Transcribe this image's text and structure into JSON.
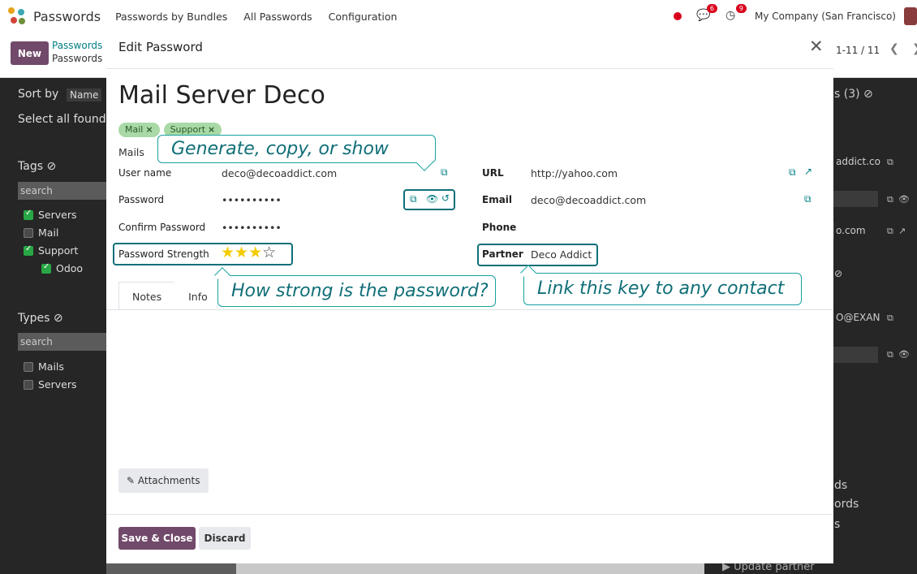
{
  "topbar": {
    "app_name": "Passwords",
    "menu": [
      "Passwords by Bundles",
      "All Passwords",
      "Configuration"
    ],
    "messages_count": "6",
    "activities_count": "9",
    "company": "My Company (San Francisco)"
  },
  "control": {
    "new_label": "New",
    "breadcrumb_1": "Passwords B",
    "breadcrumb_2": "Passwords",
    "pager": "1-11 / 11"
  },
  "sidebar": {
    "sort_label": "Sort by",
    "sort_value": "Name",
    "select_all": "Select all found",
    "tags_title": "Tags",
    "types_title": "Types",
    "search_placeholder": "search",
    "tags": [
      {
        "label": "Servers",
        "checked": true
      },
      {
        "label": "Mail",
        "checked": false
      },
      {
        "label": "Support",
        "checked": true
      },
      {
        "label": "Odoo",
        "checked": true
      }
    ],
    "types": [
      {
        "label": "Mails",
        "checked": false
      },
      {
        "label": "Servers",
        "checked": false
      }
    ]
  },
  "right_panel": {
    "header": "s (3)",
    "url_frag": "addict.co",
    "com_frag": "o.com",
    "exam_frag": "O@EXAN",
    "ds_frag": "ds",
    "ords_frag": "ords",
    "s_frag": "s"
  },
  "modal": {
    "title": "Edit Password",
    "name": "Mail Server Deco",
    "tags": [
      "Mail",
      "Support"
    ],
    "type_value": "Mails",
    "fields": {
      "user_label": "User name",
      "user_value": "deco@decoaddict.com",
      "password_label": "Password",
      "password_value": "••••••••••",
      "confirm_label": "Confirm Password",
      "confirm_value": "••••••••••",
      "strength_label": "Password Strength",
      "strength_stars": 3,
      "strength_max": 4,
      "url_label": "URL",
      "url_value": "http://yahoo.com",
      "email_label": "Email",
      "email_value": "deco@decoaddict.com",
      "phone_label": "Phone",
      "partner_label": "Partner",
      "partner_value": "Deco Addict"
    },
    "tabs": [
      "Notes",
      "Info"
    ],
    "attachments": "Attachments",
    "save_close": "Save & Close",
    "discard": "Discard"
  },
  "callouts": {
    "generate": "Generate, copy, or show",
    "strength": "How strong is the password?",
    "partner": "Link this key to any contact"
  },
  "background_bottom": {
    "update_partner": "Update partner"
  },
  "colors": {
    "primary": "#71496a",
    "teal": "#017e84",
    "star": "#f3cc00",
    "tag_bg": "#a9d9a6"
  }
}
